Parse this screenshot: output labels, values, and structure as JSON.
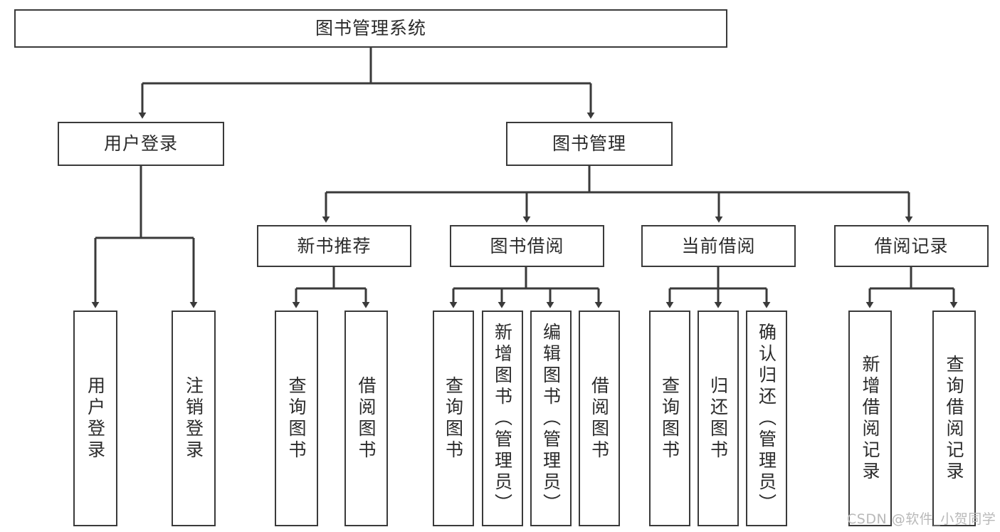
{
  "diagram": {
    "type": "tree-hierarchy-chart",
    "title_node": {
      "id": "root",
      "label": "图书管理系统"
    },
    "line_color": "#3a3a3a",
    "text_color": "#2b2b2b",
    "background": "#ffffff",
    "level2": [
      {
        "id": "user-login",
        "label": "用户登录"
      },
      {
        "id": "book-manage",
        "label": "图书管理"
      }
    ],
    "level3": [
      {
        "id": "new-book-recommend",
        "label": "新书推荐",
        "parent": "book-manage"
      },
      {
        "id": "book-borrow",
        "label": "图书借阅",
        "parent": "book-manage"
      },
      {
        "id": "current-borrow",
        "label": "当前借阅",
        "parent": "book-manage"
      },
      {
        "id": "borrow-record",
        "label": "借阅记录",
        "parent": "book-manage"
      }
    ],
    "leaves": [
      {
        "id": "leaf-user-login",
        "label": "用户登录",
        "parent": "user-login"
      },
      {
        "id": "leaf-user-logout",
        "label": "注销登录",
        "parent": "user-login"
      },
      {
        "id": "leaf-rec-query-book",
        "label": "查询图书",
        "parent": "new-book-recommend"
      },
      {
        "id": "leaf-rec-borrow-book",
        "label": "借阅图书",
        "parent": "new-book-recommend"
      },
      {
        "id": "leaf-borrow-query-book",
        "label": "查询图书",
        "parent": "book-borrow"
      },
      {
        "id": "leaf-borrow-add-book",
        "label": "新增图书（管理员）",
        "parent": "book-borrow"
      },
      {
        "id": "leaf-borrow-edit-book",
        "label": "编辑图书（管理员）",
        "parent": "book-borrow"
      },
      {
        "id": "leaf-borrow-borrow-book",
        "label": "借阅图书",
        "parent": "book-borrow"
      },
      {
        "id": "leaf-current-query-book",
        "label": "查询图书",
        "parent": "current-borrow"
      },
      {
        "id": "leaf-current-return-book",
        "label": "归还图书",
        "parent": "current-borrow"
      },
      {
        "id": "leaf-current-confirm-return",
        "label": "确认归还（管理员）",
        "parent": "current-borrow"
      },
      {
        "id": "leaf-record-add",
        "label": "新增借阅记录",
        "parent": "borrow-record"
      },
      {
        "id": "leaf-record-query",
        "label": "查询借阅记录",
        "parent": "borrow-record"
      }
    ]
  },
  "watermark": {
    "text": "CSDN @软件_小贺同学"
  }
}
